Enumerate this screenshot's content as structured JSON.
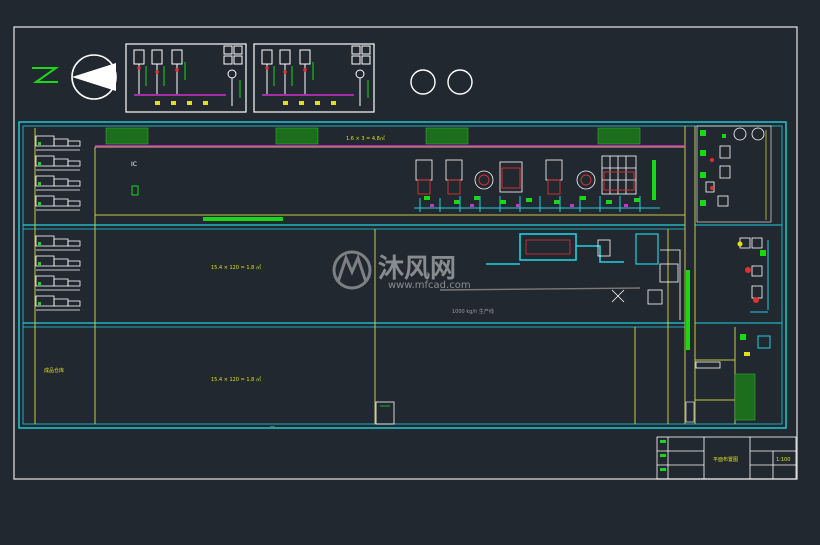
{
  "colors": {
    "background": "#212830",
    "frame": "#d9d9d9",
    "wall": "#20d0e0",
    "column_line": "#c8c84a",
    "equipment_green": "#18d818",
    "equipment_red": "#e03030",
    "equipment_magenta": "#d030d0",
    "text_white": "#ffffff"
  },
  "labels": {
    "top_note": "1.6 × 3 = 4.8㎡",
    "small_mark": "IC",
    "area_center_upper": "15.4 × 120 = 1.8 ㎡",
    "area_center_lower": "15.4 × 120 = 1.8 ㎡",
    "left_room_label": "成品仓库",
    "process_note": "1000 kg/h 生产线",
    "bottom_axis_mark": "—",
    "title_block_name": "平面布置图",
    "title_block_scale": "1:100"
  },
  "watermark": {
    "brand": "沐风网",
    "url": "www.mfcad.com"
  }
}
